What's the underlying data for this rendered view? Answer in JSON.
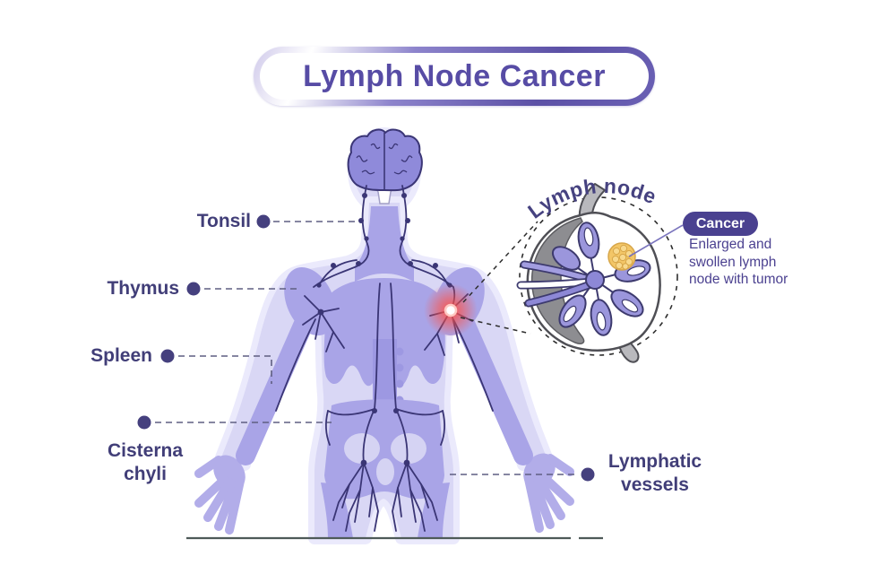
{
  "title": "Lymph Node Cancer",
  "body_labels": {
    "tonsil": "Tonsil",
    "thymus": "Thymus",
    "spleen": "Spleen",
    "cisterna_chyli": "Cisterna chyli",
    "lymphatic_vessels": "Lymphatic vessels"
  },
  "inset": {
    "label": "Lymph node",
    "badge": "Cancer",
    "description": "Enlarged and swollen lymph node with tumor"
  },
  "colors": {
    "accent_purple": "#574ca5",
    "label_text": "#413e78",
    "badge_purple": "#4a4190",
    "body_light": "#d9d7f5",
    "body_halo": "#ebeafc",
    "body_medium": "#a9a4e7",
    "vessel_dark": "#3a3575",
    "alert_red": "#ff5044",
    "tumor_yellow": "#f3c667",
    "node_gray": "#8d8d91",
    "ground_line": "#4e5a58"
  }
}
